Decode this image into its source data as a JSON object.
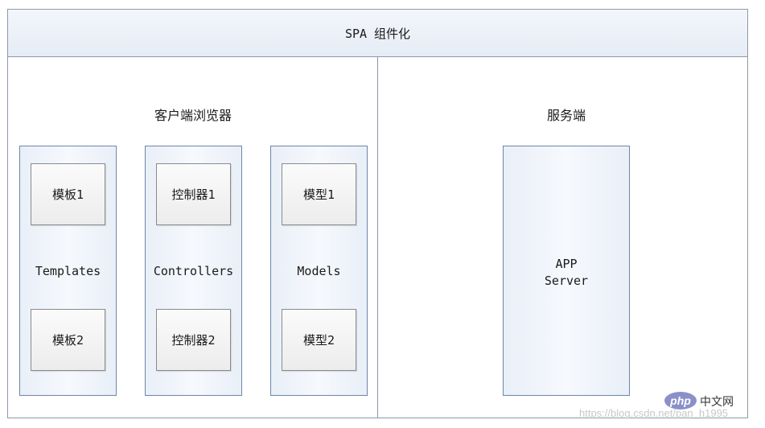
{
  "header": {
    "title": "SPA 组件化"
  },
  "client": {
    "title": "客户端浏览器",
    "columns": [
      {
        "label": "Templates",
        "items": [
          "模板1",
          "模板2"
        ]
      },
      {
        "label": "Controllers",
        "items": [
          "控制器1",
          "控制器2"
        ]
      },
      {
        "label": "Models",
        "items": [
          "模型1",
          "模型2"
        ]
      }
    ]
  },
  "server": {
    "title": "服务端",
    "box_line1": "APP",
    "box_line2": "Server"
  },
  "watermark": {
    "php_logo": "php",
    "site": "中文网",
    "url": "https://blog.csdn.net/pan_h1995"
  }
}
